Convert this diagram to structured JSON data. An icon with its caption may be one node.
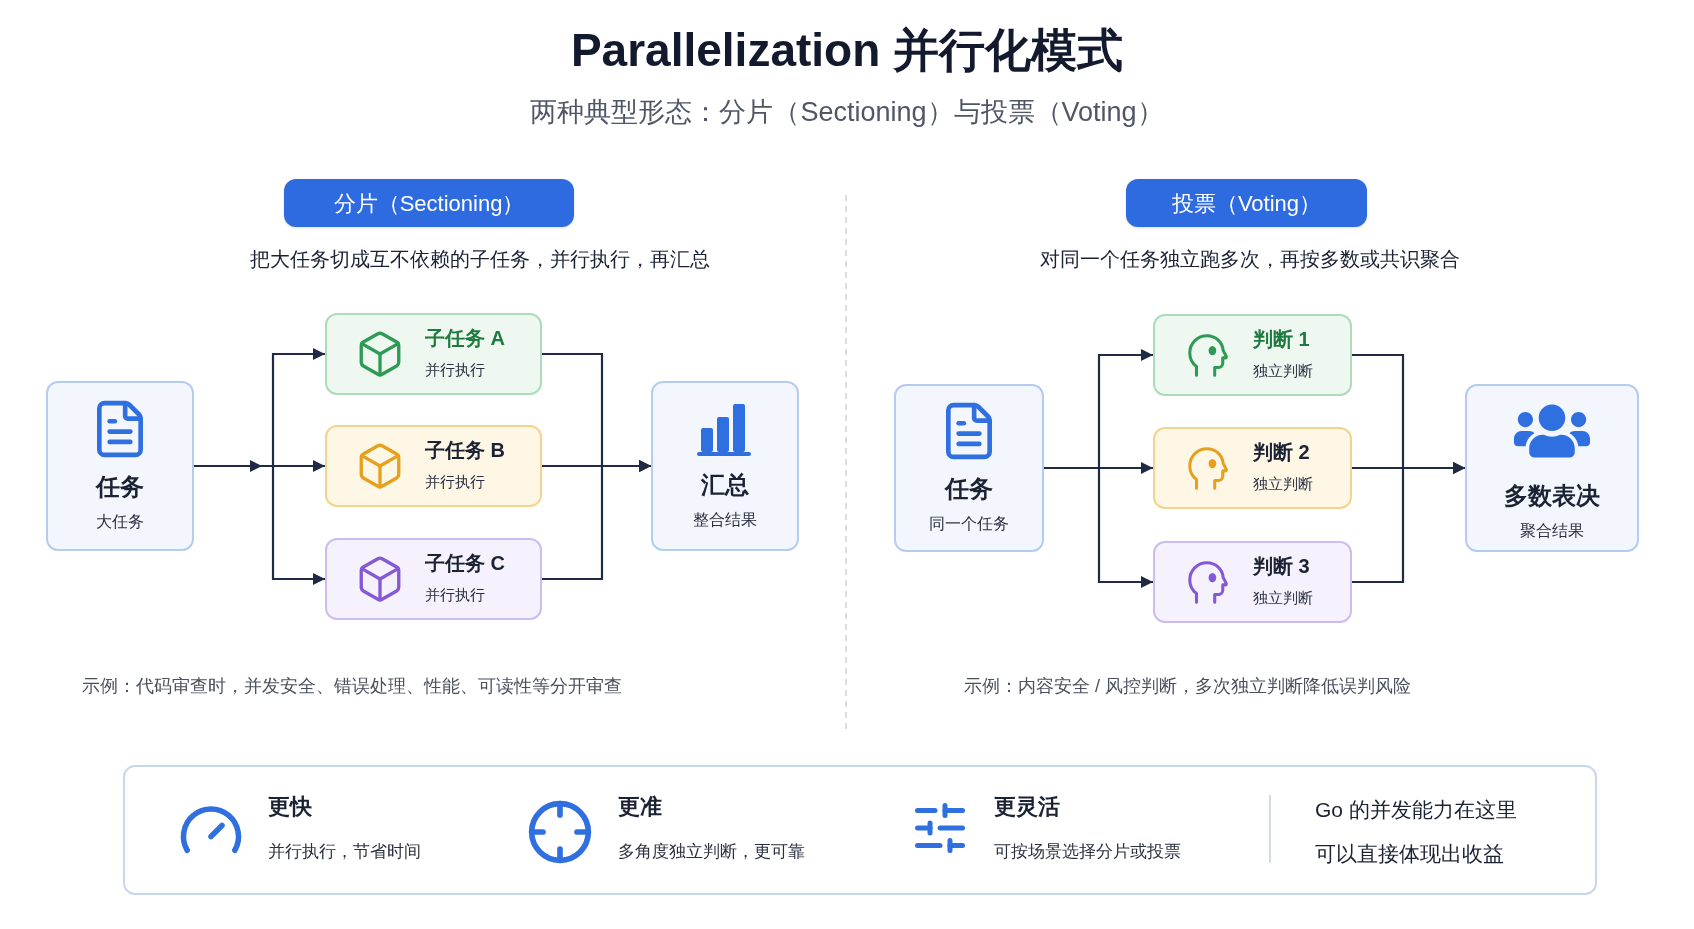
{
  "diagram": {
    "title": "Parallelization 并行化模式",
    "nodes": [
      {
        "text": [
          "分片（Sectioning）"
        ]
      },
      {
        "text": [
          "任务",
          "大任务"
        ]
      },
      {
        "text": [
          "子任务 A",
          "并行执行"
        ]
      },
      {
        "text": [
          "子任务 B",
          "并行执行"
        ]
      },
      {
        "text": [
          "子任务 C",
          "并行执行"
        ]
      },
      {
        "text": [
          "汇总",
          "整合结果"
        ]
      },
      {
        "text": [
          "投票（Voting）"
        ]
      },
      {
        "text": [
          "任务",
          "同一个任务"
        ]
      },
      {
        "text": [
          "判断 1",
          "独立判断"
        ]
      },
      {
        "text": [
          "判断 2",
          "独立判断"
        ]
      },
      {
        "text": [
          "判断 3",
          "独立判断"
        ]
      },
      {
        "text": [
          "多数表决",
          "聚合结果"
        ]
      }
    ],
    "edges": [
      {
        "from": 1,
        "to": 2,
        "arrow": "to"
      },
      {
        "from": 1,
        "to": 3,
        "arrow": "to"
      },
      {
        "from": 1,
        "to": 4,
        "arrow": "to"
      },
      {
        "from": 2,
        "to": 5,
        "arrow": "to"
      },
      {
        "from": 3,
        "to": 5,
        "arrow": "to"
      },
      {
        "from": 4,
        "to": 5,
        "arrow": "to"
      },
      {
        "from": 7,
        "to": 8,
        "arrow": "to"
      },
      {
        "from": 7,
        "to": 9,
        "arrow": "to"
      },
      {
        "from": 7,
        "to": 10,
        "arrow": "to"
      },
      {
        "from": 8,
        "to": 11,
        "arrow": "to"
      },
      {
        "from": 9,
        "to": 11,
        "arrow": "to"
      },
      {
        "from": 10,
        "to": 11,
        "arrow": "to"
      }
    ],
    "labels": [
      "两种典型形态：分片（Sectioning）与投票（Voting）",
      "把大任务切成互不依赖的子任务，并行执行，再汇总",
      "对同一个任务独立跑多次，再按多数或共识聚合",
      "示例：代码审查时，并发安全、错误处理、性能、可读性等分开审查",
      "示例：内容安全 / 风控判断，多次独立判断降低误判风险",
      "更快",
      "并行执行，节省时间",
      "更准",
      "多角度独立判断，更可靠",
      "更灵活",
      "可按场景选择分片或投票",
      "Go 的并发能力在这里",
      "可以直接体现出收益"
    ]
  }
}
